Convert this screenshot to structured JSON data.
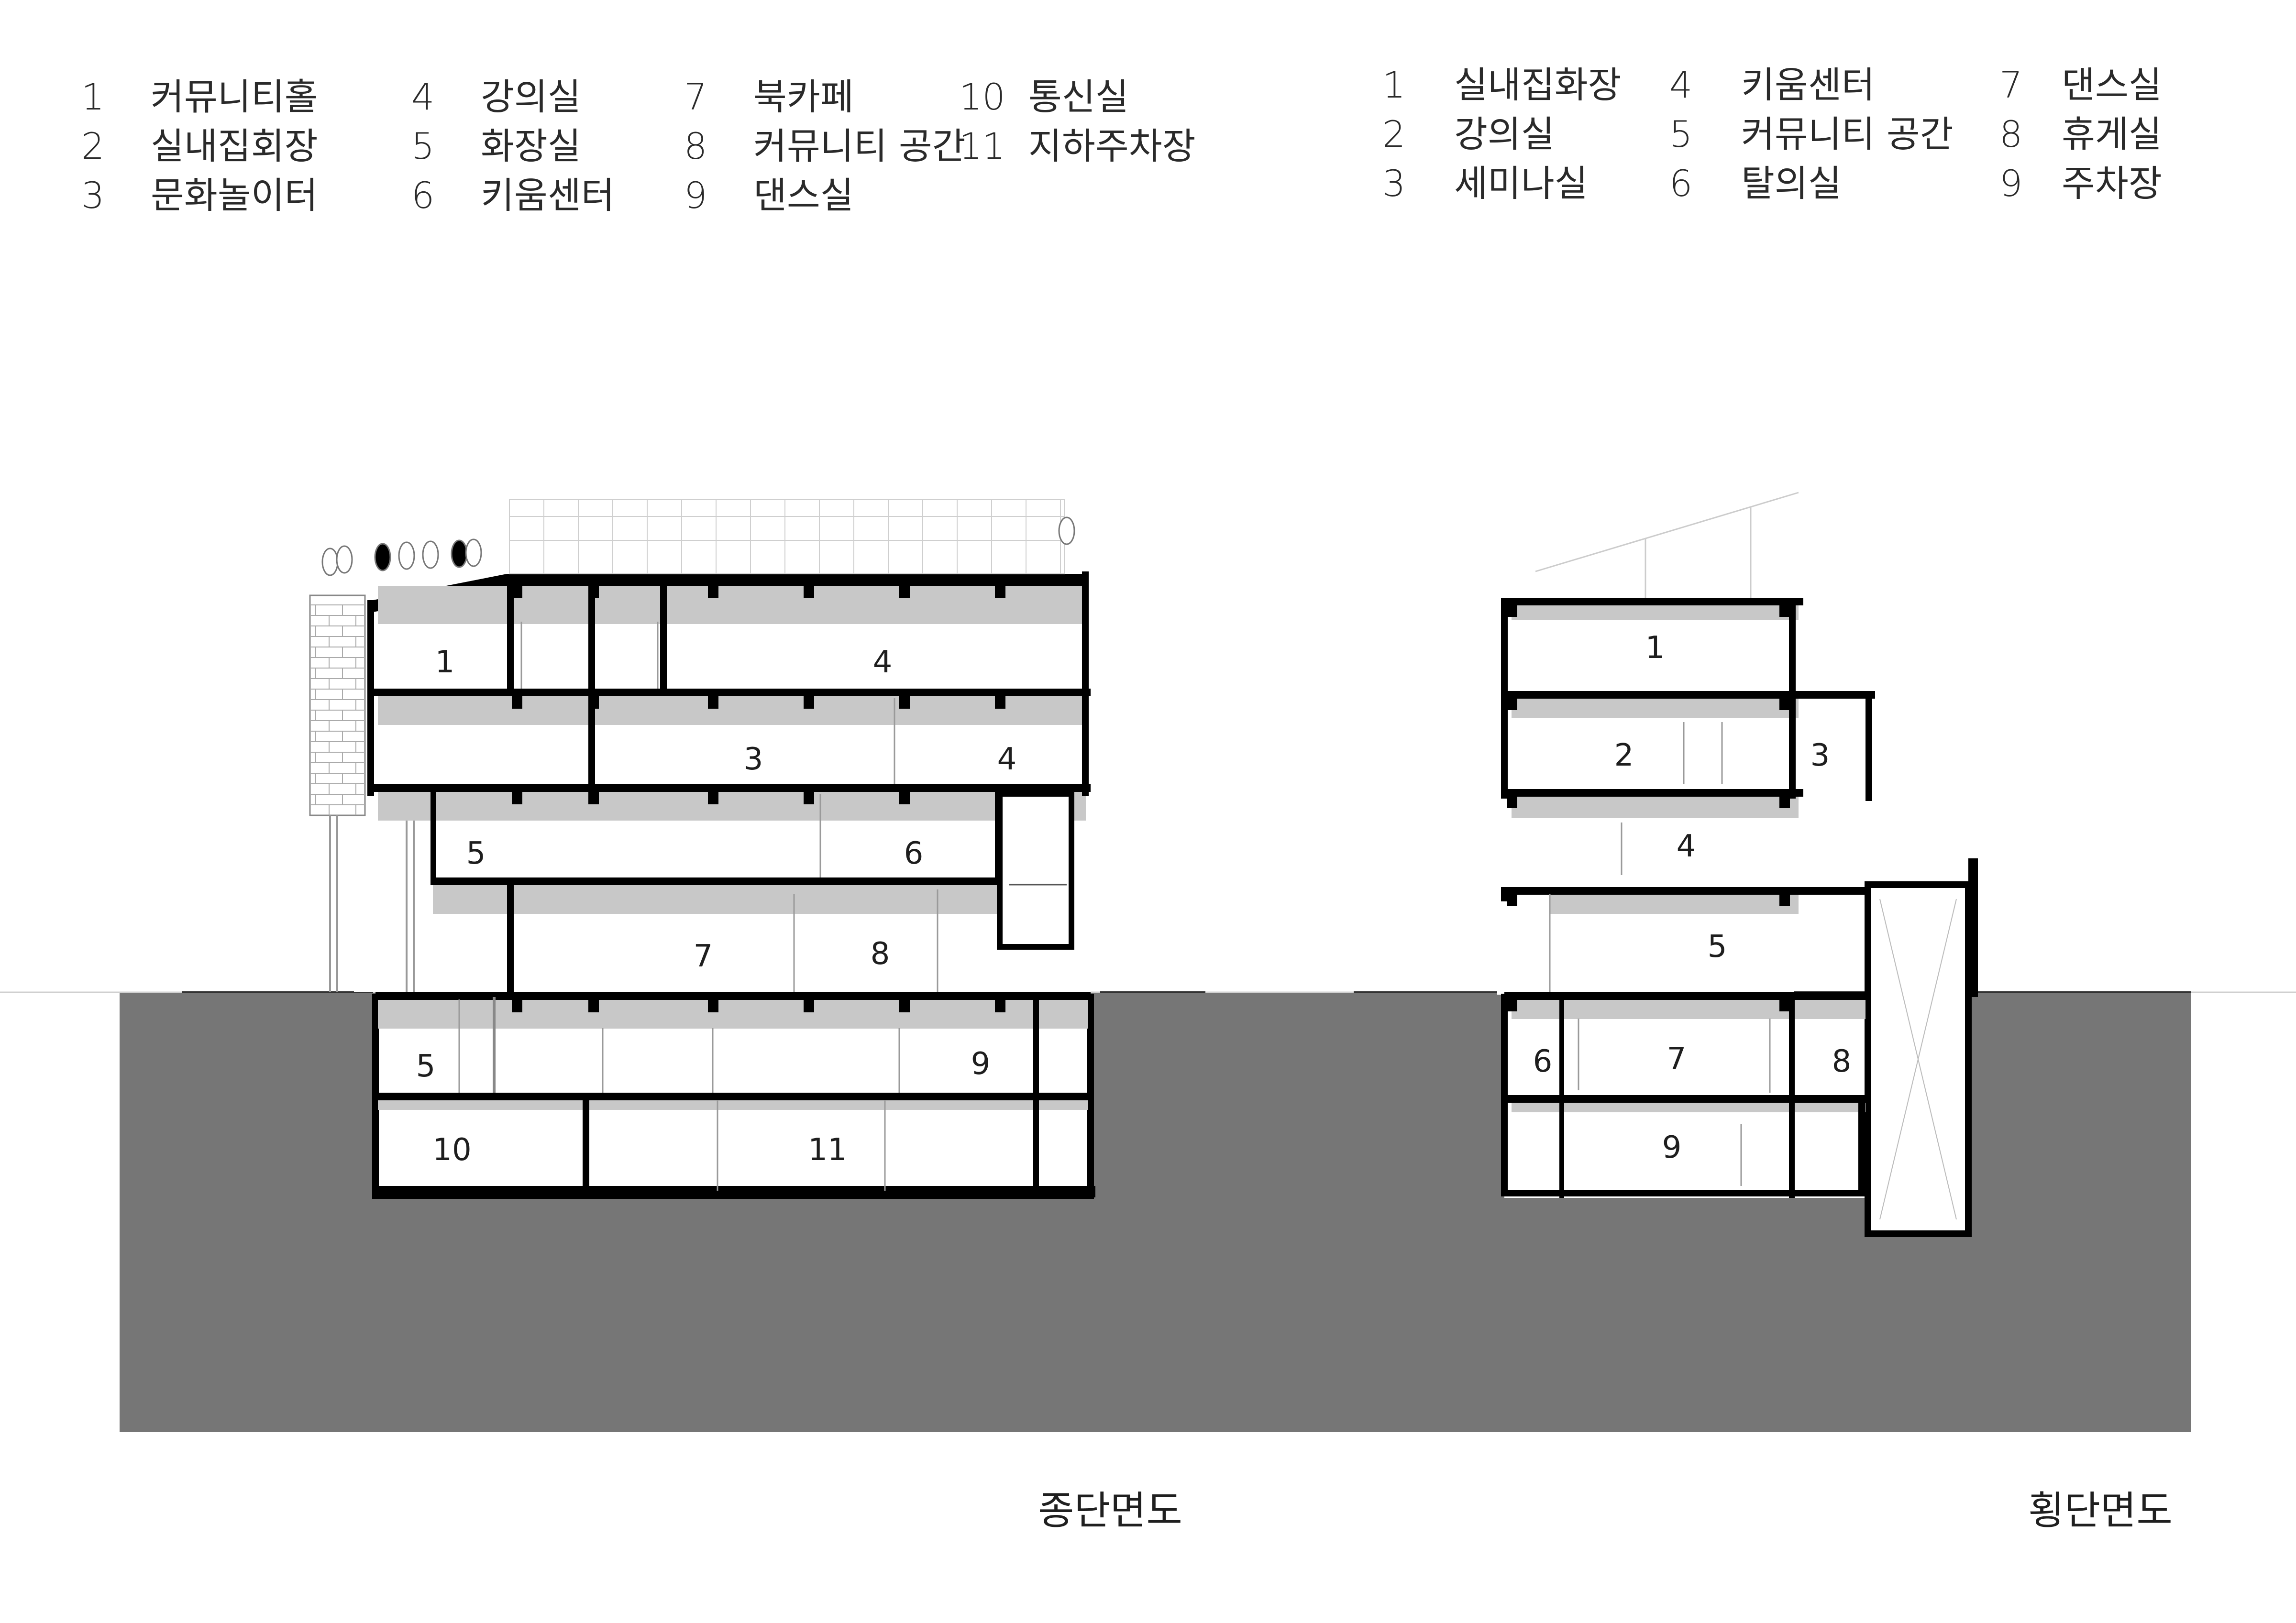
{
  "longitudinal": {
    "title": "종단면도",
    "legend": [
      {
        "num": "1",
        "label": "커뮤니티홀"
      },
      {
        "num": "2",
        "label": "실내집회장"
      },
      {
        "num": "3",
        "label": "문화놀이터"
      },
      {
        "num": "4",
        "label": "강의실"
      },
      {
        "num": "5",
        "label": "화장실"
      },
      {
        "num": "6",
        "label": "키움센터"
      },
      {
        "num": "7",
        "label": "북카페"
      },
      {
        "num": "8",
        "label": "커뮤니티 공간"
      },
      {
        "num": "9",
        "label": "댄스실"
      },
      {
        "num": "10",
        "label": "통신실"
      },
      {
        "num": "11",
        "label": "지하주차장"
      }
    ],
    "room_labels": [
      "1",
      "4",
      "3",
      "4",
      "5",
      "6",
      "7",
      "8",
      "5",
      "9",
      "10",
      "11"
    ]
  },
  "cross": {
    "title": "횡단면도",
    "legend": [
      {
        "num": "1",
        "label": "실내집화장"
      },
      {
        "num": "2",
        "label": "강의실"
      },
      {
        "num": "3",
        "label": "세미나실"
      },
      {
        "num": "4",
        "label": "키움센터"
      },
      {
        "num": "5",
        "label": "커뮤니티 공간"
      },
      {
        "num": "6",
        "label": "탈의실"
      },
      {
        "num": "7",
        "label": "댄스실"
      },
      {
        "num": "8",
        "label": "휴게실"
      },
      {
        "num": "9",
        "label": "주차장"
      }
    ],
    "room_labels": [
      "1",
      "2",
      "3",
      "4",
      "5",
      "6",
      "7",
      "8",
      "9"
    ]
  },
  "colors": {
    "ground": "#767676",
    "slab": "#000000",
    "ceiling": "#c8c8c8"
  }
}
